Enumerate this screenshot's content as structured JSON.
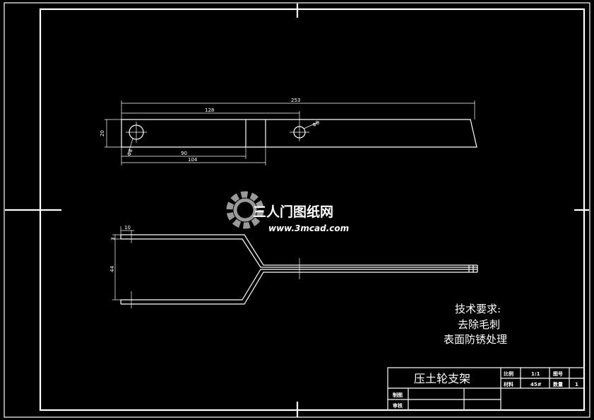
{
  "dimensions": {
    "overall_length": "253",
    "hole_position": "128",
    "height": "20",
    "hole_left": "Φ8",
    "hole_right": "Φ8",
    "slot_left": "90",
    "slot_right": "104",
    "side_offset": "10",
    "side_thickness": "3",
    "side_height": "44"
  },
  "notes": {
    "title": "技术要求:",
    "line1": "去除毛刺",
    "line2": "表面防锈处理"
  },
  "title_block": {
    "part_name": "压土轮支架",
    "scale_label": "比例",
    "scale_value": "1:1",
    "drawing_no_label": "图号",
    "drawing_no_value": "",
    "material_label": "材料",
    "material_value": "45#",
    "qty_label": "数量",
    "qty_value": "1",
    "drawn_label": "制图",
    "checked_label": "审核"
  },
  "watermark": {
    "brand": "三人门图纸网",
    "url": "www.3mcad.com"
  },
  "colors": {
    "background": "#000000",
    "lines": "#ffffff",
    "watermark_gear": "#9a9a9a"
  }
}
